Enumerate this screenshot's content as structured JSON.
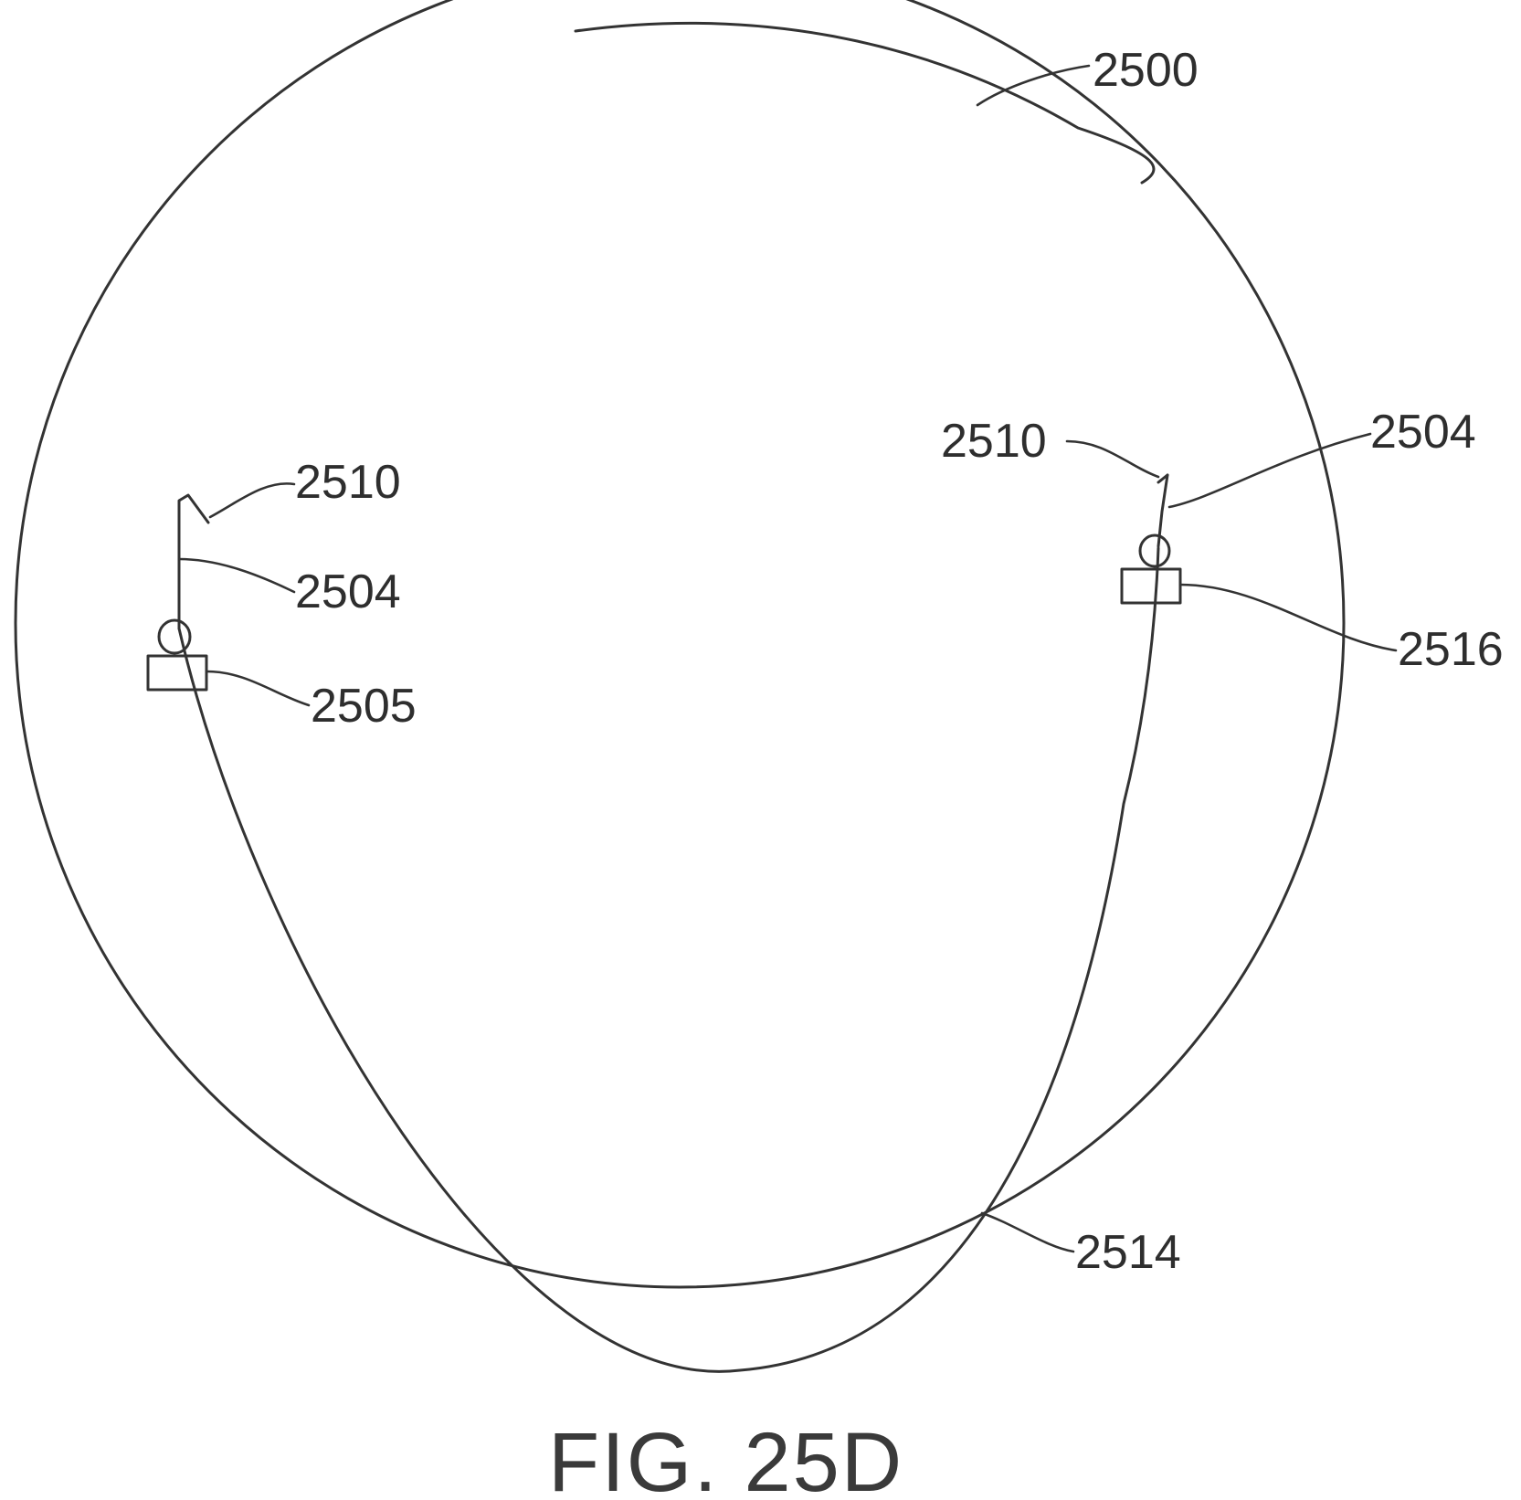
{
  "figure": {
    "caption": "FIG. 25D",
    "labels": {
      "ref_2500": "2500",
      "ref_2510_left": "2510",
      "ref_2504_left": "2504",
      "ref_2505": "2505",
      "ref_2510_right": "2510",
      "ref_2504_right": "2504",
      "ref_2516": "2516",
      "ref_2514": "2514"
    }
  }
}
